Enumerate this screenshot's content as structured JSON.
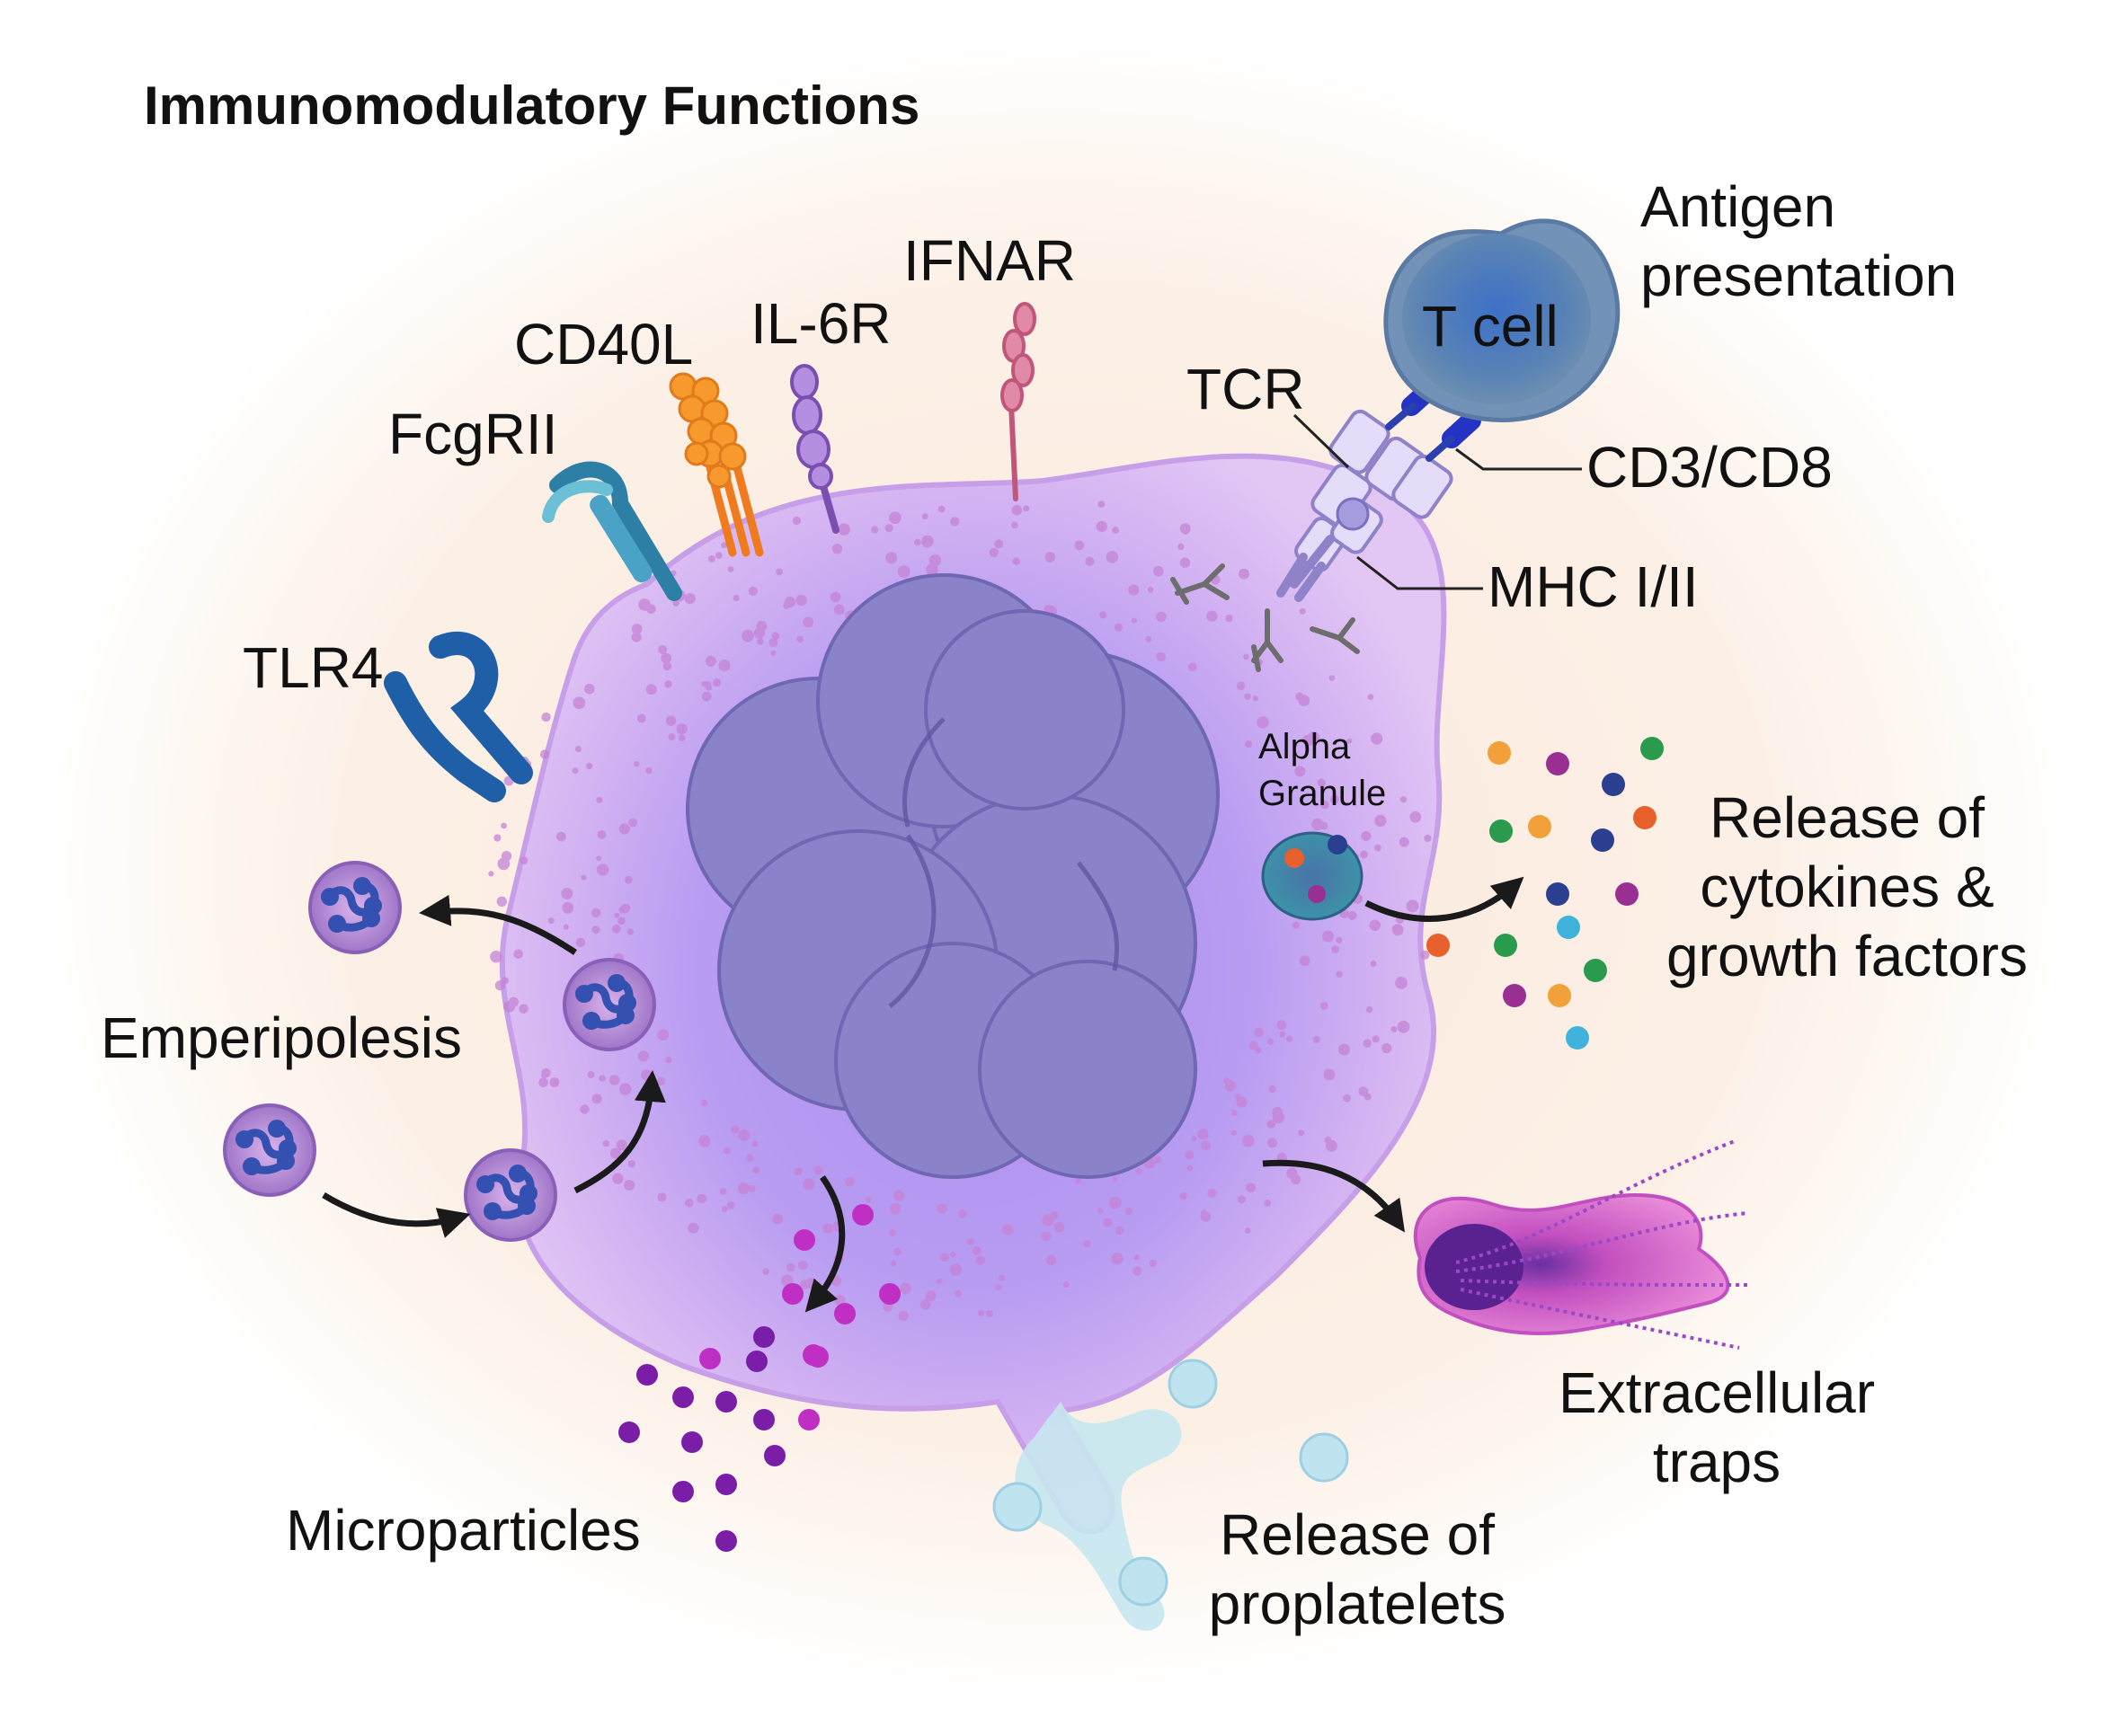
{
  "title": "Immunomodulatory Functions",
  "labels": {
    "antigen_presentation": [
      "Antigen",
      "presentation"
    ],
    "t_cell": "T cell",
    "tcr": "TCR",
    "cd3_cd8": "CD3/CD8",
    "mhc": "MHC I/II",
    "ifnar": "IFNAR",
    "il6r": "IL-6R",
    "cd40l": "CD40L",
    "fcgrii": "FcgRII",
    "tlr4": "TLR4",
    "alpha_granule": [
      "Alpha",
      "Granule"
    ],
    "cytokines": [
      "Release of",
      "cytokines &",
      "growth factors"
    ],
    "emperipolesis": "Emperipolesis",
    "extracellular_traps": [
      "Extracellular",
      "traps"
    ],
    "microparticles": "Microparticles",
    "proplatelets": [
      "Release of",
      "proplatelets"
    ]
  },
  "colors": {
    "cell_membrane": "#d8b6ee",
    "nucleus": "#8a83c9",
    "t_cell": "#4f7fae",
    "cytokine_dots": [
      "#f2a13a",
      "#9a2f93",
      "#2a9a4d",
      "#2a3f8f",
      "#e8602c",
      "#3fb3dc"
    ],
    "microparticle_dots": [
      "#c02fc4",
      "#7a1ea8"
    ],
    "proplatelet": "#bfe4f0",
    "extracellular_trap": "#d864c8"
  }
}
